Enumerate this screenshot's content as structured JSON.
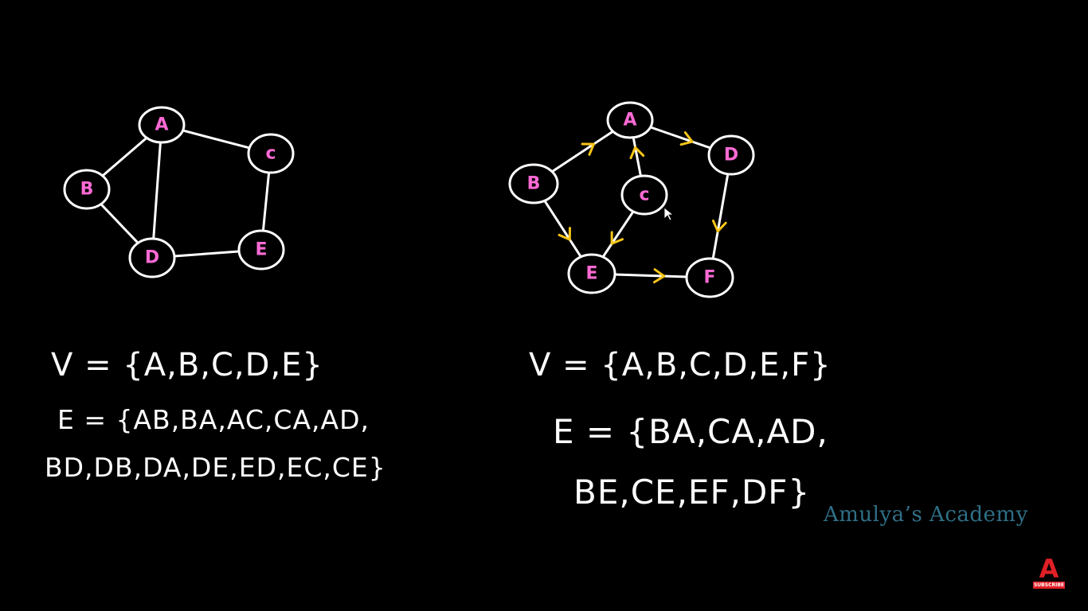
{
  "undirected_graph": {
    "nodes": [
      {
        "id": "A",
        "label": "A"
      },
      {
        "id": "B",
        "label": "B"
      },
      {
        "id": "C",
        "label": "c"
      },
      {
        "id": "D",
        "label": "D"
      },
      {
        "id": "E",
        "label": "E"
      }
    ],
    "edges": [
      [
        "A",
        "B"
      ],
      [
        "A",
        "C"
      ],
      [
        "A",
        "D"
      ],
      [
        "B",
        "D"
      ],
      [
        "D",
        "E"
      ],
      [
        "C",
        "E"
      ]
    ],
    "vertex_set": "V = {A,B,C,D,E}",
    "edge_set_line1": "E = {AB,BA,AC,CA,AD,",
    "edge_set_line2": "BD,DB,DA,DE,ED,EC,CE}"
  },
  "directed_graph": {
    "nodes": [
      {
        "id": "A",
        "label": "A"
      },
      {
        "id": "B",
        "label": "B"
      },
      {
        "id": "C",
        "label": "c"
      },
      {
        "id": "D",
        "label": "D"
      },
      {
        "id": "E",
        "label": "E"
      },
      {
        "id": "F",
        "label": "F"
      }
    ],
    "edges": [
      [
        "B",
        "A"
      ],
      [
        "C",
        "A"
      ],
      [
        "A",
        "D"
      ],
      [
        "B",
        "E"
      ],
      [
        "C",
        "E"
      ],
      [
        "E",
        "F"
      ],
      [
        "D",
        "F"
      ]
    ],
    "vertex_set": "V = {A,B,C,D,E,F}",
    "edge_set_line1": "E = {BA,CA,AD,",
    "edge_set_line2": "BE,CE,EF,DF}"
  },
  "colors": {
    "node_outline": "#ffffff",
    "node_label": "#ff6ad5",
    "edge": "#ffffff",
    "arrow": "#f5c518",
    "watermark": "#2f6f86",
    "subscribe": "#e01f26"
  },
  "watermark": "Amulya’s Academy",
  "subscribe_badge": {
    "letter": "A",
    "text": "SUBSCRIBE"
  }
}
